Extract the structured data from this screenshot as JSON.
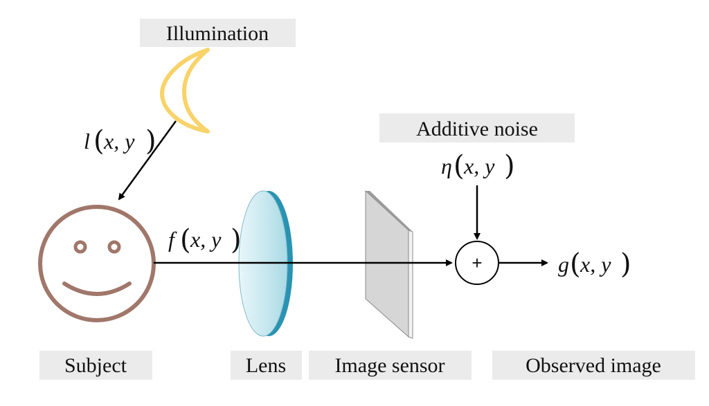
{
  "labels": {
    "illumination": "Illumination",
    "additive_noise": "Additive noise",
    "subject": "Subject",
    "lens": "Lens",
    "image_sensor": "Image sensor",
    "observed_image": "Observed image"
  },
  "math": {
    "illumination_fn": {
      "name": "l",
      "args": "x, y"
    },
    "subject_fn": {
      "name": "f",
      "args": "x, y"
    },
    "noise_fn": {
      "name": "η",
      "args": "x, y"
    },
    "output_fn": {
      "name": "g",
      "args": "x, y"
    }
  },
  "adder_symbol": "+",
  "colors": {
    "label_box": "#ebebeb",
    "moon_stroke": "#f8d36a",
    "face_stroke": "#a0776a",
    "lens_face": "#c8e7ef",
    "lens_rim": "#2a93b2",
    "sensor_face": "#d9d9d9",
    "sensor_edge": "#8a8a8a",
    "arrow": "#000000"
  },
  "icons": {
    "illumination": "crescent-moon-icon",
    "subject": "smiley-face-icon",
    "lens": "lens-icon",
    "sensor": "image-sensor-icon"
  }
}
